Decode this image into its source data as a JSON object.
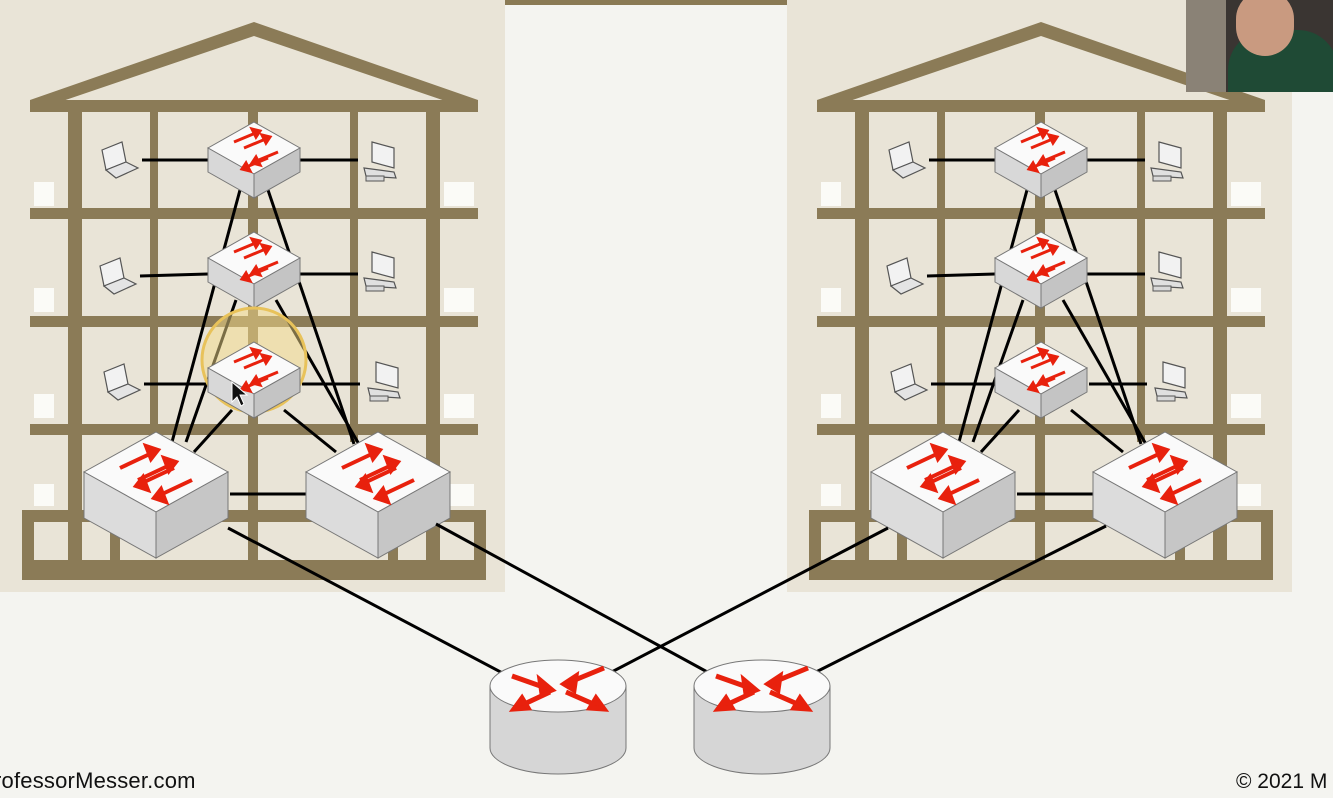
{
  "footer": {
    "left_text": "rofessorMesser.com",
    "right_text": "© 2021 M"
  },
  "webcam": {
    "label": "presenter-webcam"
  },
  "buildings": [
    {
      "id": "left",
      "floor_switches": 3,
      "floor_devices": [
        "laptop",
        "desktop"
      ],
      "core_switches": 2,
      "cursor_highlight_floor": 3
    },
    {
      "id": "right",
      "floor_switches": 3,
      "floor_devices": [
        "laptop",
        "desktop"
      ],
      "core_switches": 2,
      "cursor_highlight_floor": null
    }
  ],
  "routers": [
    {
      "id": "router-1"
    },
    {
      "id": "router-2"
    }
  ],
  "colors": {
    "building": "#8b7b57",
    "building_bg": "#e8e3d6",
    "arrow": "#e8210d",
    "link": "#000000",
    "device": "#f2f2f2",
    "highlight": "#e8c25a"
  }
}
